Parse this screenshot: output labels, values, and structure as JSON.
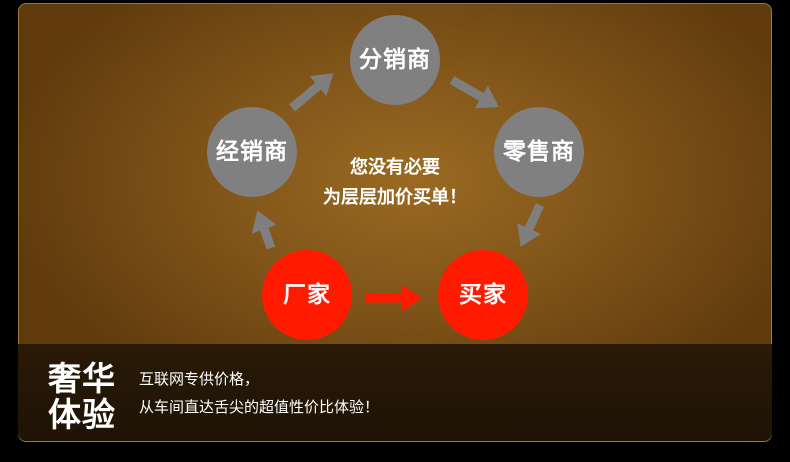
{
  "colors": {
    "node_gray": "#808080",
    "node_red": "#ff1a00",
    "arrow_gray": "#7f7f7f",
    "arrow_red": "#ff1a00",
    "panel_brown": "#82561a"
  },
  "diagram": {
    "nodes": {
      "distributor": "分销商",
      "dealer": "经销商",
      "retailer": "零售商",
      "manufacturer": "厂家",
      "buyer": "买家"
    },
    "center_text": {
      "line1": "您没有必要",
      "line2": "为层层加价买单！"
    }
  },
  "footer": {
    "title_line1": "奢华",
    "title_line2": "体验",
    "text_line1": "互联网专供价格，",
    "text_line2": "从车间直达舌尖的超值性价比体验！"
  }
}
